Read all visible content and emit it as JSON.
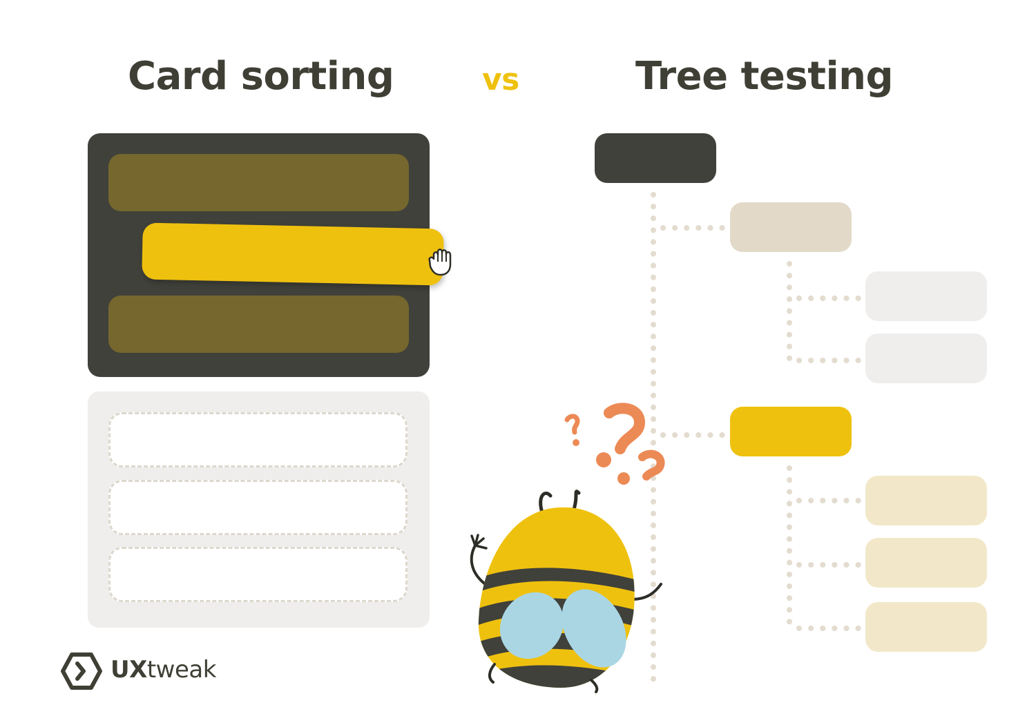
{
  "headings": {
    "left": "Card sorting",
    "middle": "vs",
    "right": "Tree testing"
  },
  "logo": {
    "brand_strong": "UX",
    "brand_light": "tweak"
  },
  "colors": {
    "dark": "#40413a",
    "olive": "#75672d",
    "yellow": "#efc10f",
    "beige": "#e3d9c8",
    "light_gray": "#efeeec",
    "cream": "#f2e8c9",
    "orange": "#ec8a55",
    "wing_blue": "#aad6e4"
  },
  "icons": [
    "grab-hand-icon",
    "question-mark-icon",
    "uxtweak-logo-icon"
  ]
}
